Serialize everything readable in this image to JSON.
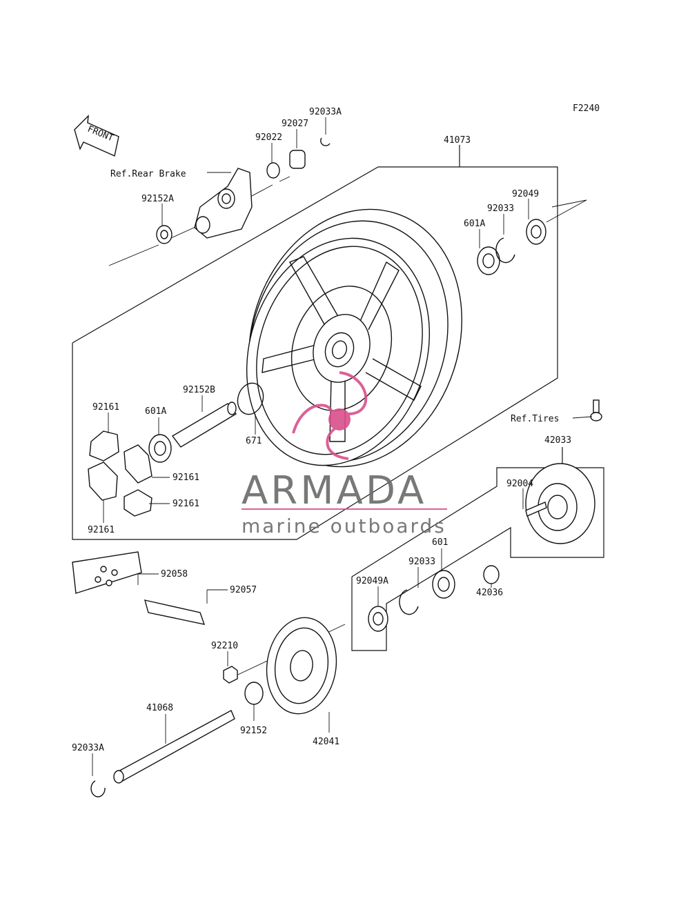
{
  "figure_code": "F2240",
  "front_arrow_label": "FRONT",
  "references": {
    "rear_brake": "Ref.Rear Brake",
    "tires": "Ref.Tires"
  },
  "watermark": {
    "brand": "ARMADA",
    "tagline": "marine outboards",
    "logo_color": "#d94f8a"
  },
  "labels": {
    "l_92033A_top": "92033A",
    "l_92027": "92027",
    "l_92022": "92022",
    "l_41073": "41073",
    "l_92152A": "92152A",
    "l_92049": "92049",
    "l_92033_top": "92033",
    "l_601A_top": "601A",
    "l_92161_a": "92161",
    "l_601A_left": "601A",
    "l_92152B": "92152B",
    "l_671": "671",
    "l_92161_b": "92161",
    "l_92161_c": "92161",
    "l_92161_d": "92161",
    "l_42033": "42033",
    "l_92004": "92004",
    "l_601": "601",
    "l_92033_mid": "92033",
    "l_92049A": "92049A",
    "l_42036": "42036",
    "l_92058": "92058",
    "l_92057": "92057",
    "l_92210": "92210",
    "l_41068": "41068",
    "l_92152": "92152",
    "l_42041": "42041",
    "l_92033A_bottom": "92033A"
  }
}
